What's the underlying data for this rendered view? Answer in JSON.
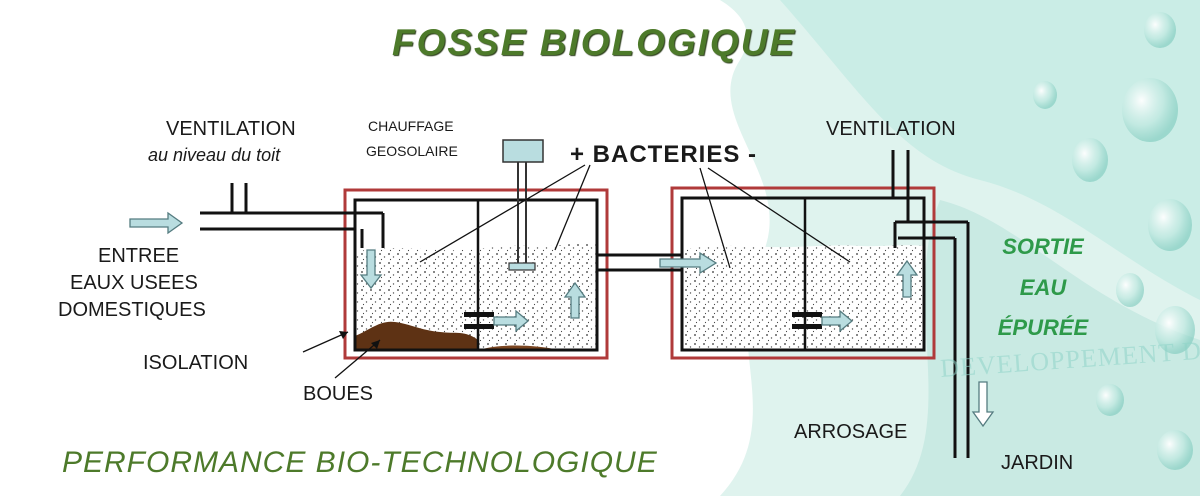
{
  "title": "FOSSE BIOLOGIQUE",
  "subtitle": "PERFORMANCE BIO-TECHNOLOGIQUE",
  "labels": {
    "ventilation_left": "VENTILATION",
    "ventilation_left_sub": "au niveau du toit",
    "chauffage_line1": "CHAUFFAGE",
    "chauffage_line2": "GEOSOLAIRE",
    "bacteries": "+ BACTERIES -",
    "ventilation_right": "Ventilation",
    "entree_line1": "ENTREE",
    "entree_line2": "EAUX USEES",
    "entree_line3": "DOMESTIQUES",
    "isolation": "ISOLATION",
    "boues": "BOUES",
    "sortie_line1": "SORTIE",
    "sortie_line2": "EAU",
    "sortie_line3": "ÉPURÉE",
    "arrosage": "ARROSAGE",
    "jardin": "JARDIN"
  },
  "watermark": "DEVELOPPEMENT DE CONCEPTS BIOTECHNOLOGIQUES",
  "colors": {
    "title_green": "#4d7a2a",
    "sortie_green": "#2e9a4a",
    "insulation_red": "#b03a3a",
    "pipe_black": "#111111",
    "arrow_fill": "#b9dde0",
    "arrow_stroke": "#557c80",
    "sludge_brown": "#5e3214",
    "watermark_teal": "#8fd4c8"
  }
}
